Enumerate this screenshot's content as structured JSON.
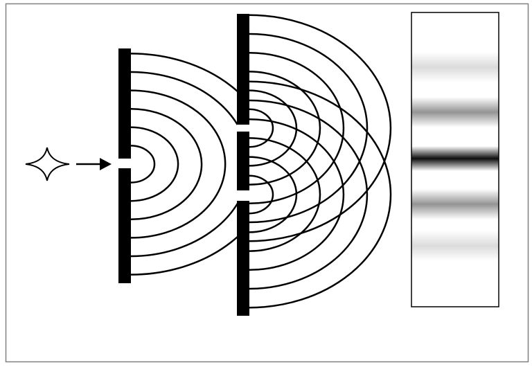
{
  "diagram": {
    "subject": "",
    "colors": {
      "ink": "#000000",
      "frame": "#808080",
      "background": "#ffffff"
    },
    "source": {
      "icon": "four-point-star-icon"
    },
    "single_slit": {
      "wavefronts": 6
    },
    "double_slit": {
      "slits": 2,
      "wavefronts_per_slit": 6
    },
    "screen": {
      "fringes": [
        {
          "position": "top-outer",
          "darkness": 0.14
        },
        {
          "position": "top-inner",
          "darkness": 0.42
        },
        {
          "position": "center",
          "darkness": 0.95
        },
        {
          "position": "bottom-inner",
          "darkness": 0.42
        },
        {
          "position": "bottom-outer",
          "darkness": 0.14
        }
      ]
    }
  }
}
